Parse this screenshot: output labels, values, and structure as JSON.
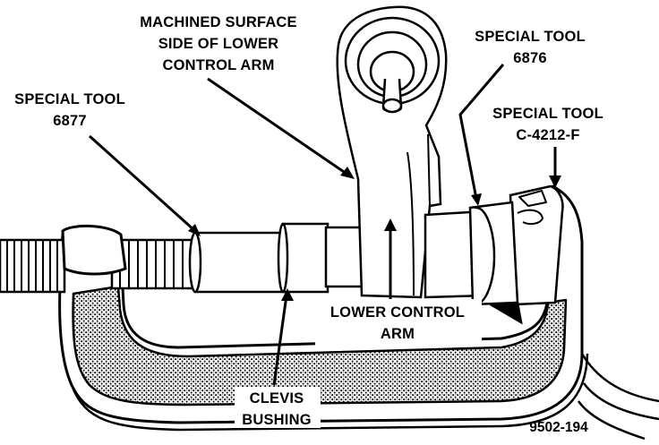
{
  "labels": {
    "machined_surface": [
      "MACHINED SURFACE",
      "SIDE OF LOWER",
      "CONTROL ARM"
    ],
    "special_tool_6877": [
      "SPECIAL TOOL",
      "6877"
    ],
    "special_tool_6876": [
      "SPECIAL TOOL",
      "6876"
    ],
    "special_tool_c4212f": [
      "SPECIAL TOOL",
      "C-4212-F"
    ],
    "lower_control_arm": [
      "LOWER CONTROL",
      "ARM"
    ],
    "clevis_bushing": [
      "CLEVIS",
      "BUSHING"
    ]
  },
  "figure_number": "9502-194",
  "colors": {
    "ink": "#000000",
    "paper": "#ffffff",
    "stipple": "#8a8a8a"
  }
}
